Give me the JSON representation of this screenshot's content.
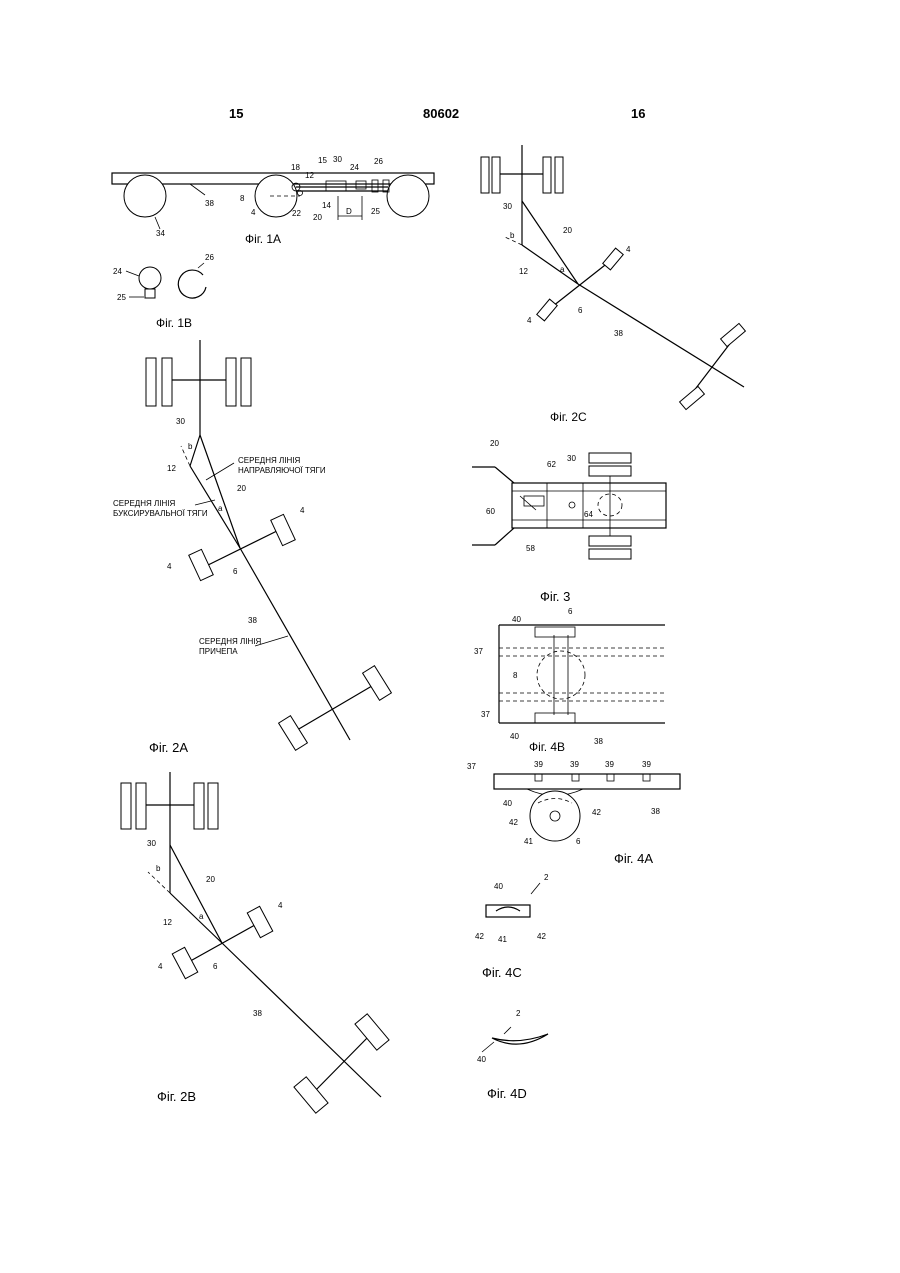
{
  "header": {
    "left_page": "15",
    "doc_number": "80602",
    "right_page": "16"
  },
  "figures": {
    "fig1a": {
      "caption": "Фіг. 1А",
      "labels": [
        "18",
        "15",
        "30",
        "24",
        "26",
        "12",
        "8",
        "4",
        "22",
        "14",
        "20",
        "D",
        "25",
        "38",
        "34"
      ]
    },
    "fig1b": {
      "caption": "Фіг. 1В",
      "labels": [
        "24",
        "25",
        "26"
      ]
    },
    "fig2a": {
      "caption": "Фіг. 2А",
      "labels": [
        "30",
        "b",
        "12",
        "20",
        "a",
        "4",
        "4",
        "6",
        "38"
      ],
      "notes": {
        "guide_rod": [
          "СЕРЕДНЯ ЛІНІЯ",
          "НАПРАВЛЯЮЧОЇ ТЯГИ"
        ],
        "tow_bar": [
          "СЕРЕДНЯ ЛІНІЯ",
          "БУКСИРУВАЛЬНОЇ ТЯГИ"
        ],
        "trailer": [
          "СЕРЕДНЯ ЛІНІЯ",
          "ПРИЧЕПА"
        ]
      }
    },
    "fig2b": {
      "caption": "Фіг. 2В",
      "labels": [
        "30",
        "b",
        "20",
        "12",
        "a",
        "4",
        "4",
        "6",
        "38"
      ]
    },
    "fig2c": {
      "caption": "Фіг. 2С",
      "labels": [
        "30",
        "b",
        "20",
        "12",
        "a",
        "4",
        "4",
        "6",
        "38"
      ]
    },
    "fig3": {
      "caption": "Фіг. 3",
      "labels": [
        "20",
        "62",
        "30",
        "60",
        "64",
        "58"
      ]
    },
    "fig4b": {
      "caption": "Фіг. 4В",
      "labels": [
        "40",
        "6",
        "37",
        "8",
        "37",
        "40",
        "38"
      ]
    },
    "fig4a": {
      "caption": "Фіг. 4А",
      "labels": [
        "37",
        "39",
        "39",
        "39",
        "39",
        "40",
        "42",
        "42",
        "41",
        "6",
        "38"
      ]
    },
    "fig4c": {
      "caption": "Фіг. 4С",
      "labels": [
        "40",
        "2",
        "42",
        "41",
        "42"
      ]
    },
    "fig4d": {
      "caption": "Фіг. 4D",
      "labels": [
        "2",
        "40"
      ]
    }
  }
}
